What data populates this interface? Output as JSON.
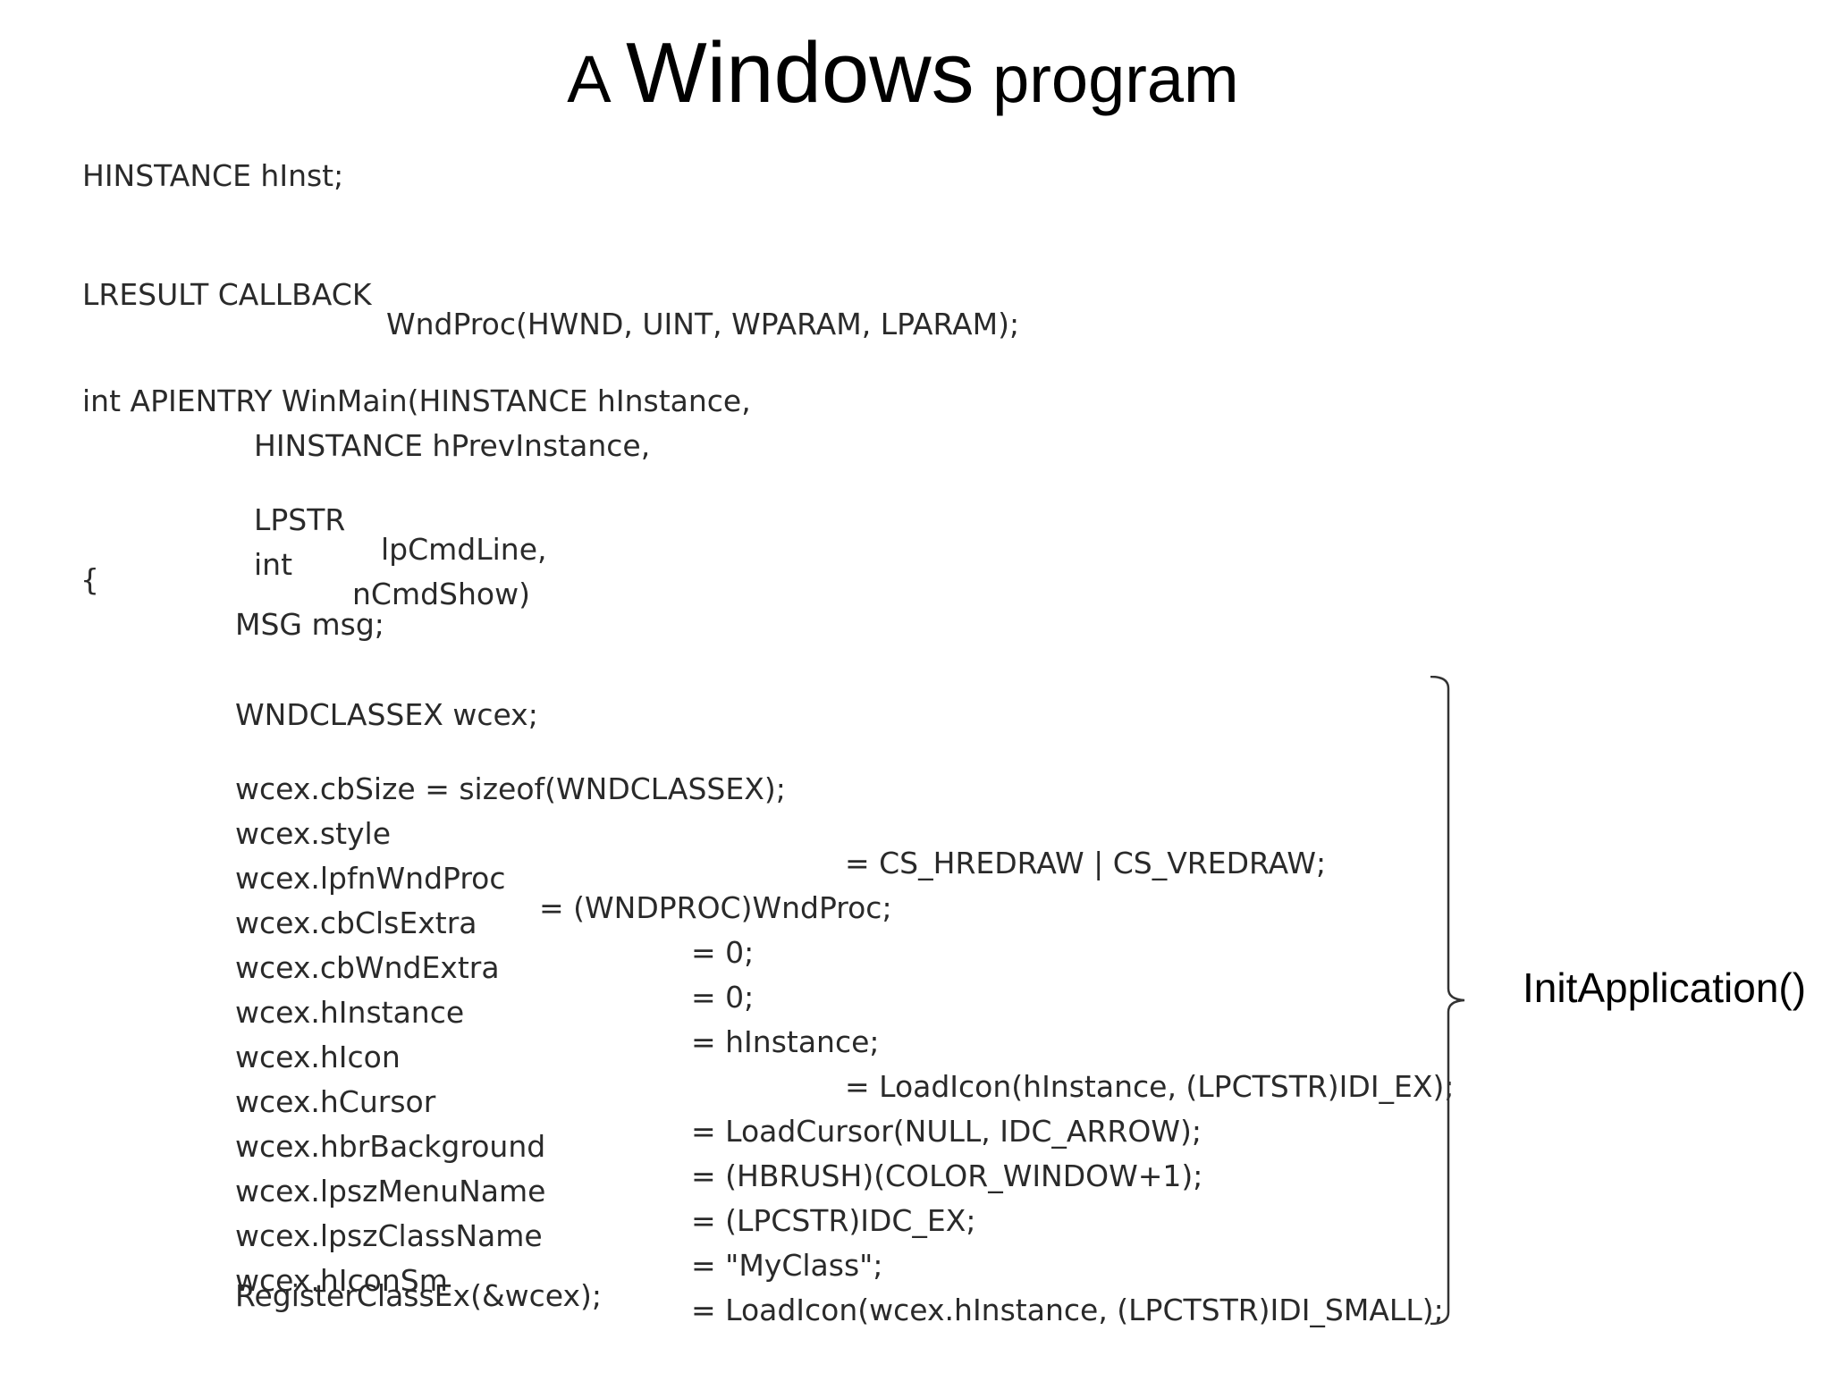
{
  "title": {
    "part1": "A ",
    "part2": "Windows",
    "part3": " program"
  },
  "code": {
    "hinst": "HINSTANCE hInst;",
    "callback_type": "LRESULT CALLBACK",
    "callback_sig": "WndProc(HWND, UINT, WPARAM, LPARAM);",
    "winmain": "int APIENTRY WinMain(HINSTANCE hInstance,",
    "param1": "HINSTANCE hPrevInstance,",
    "param2_type": "LPSTR",
    "param2_name": "lpCmdLine,",
    "param3_type": "int",
    "param3_name": "nCmdShow)",
    "open_brace": "{",
    "msg": "MSG msg;",
    "wcex_decl": "WNDCLASSEX wcex;",
    "assignments": [
      {
        "lhs": "wcex.cbSize = sizeof(WNDCLASSEX);",
        "rhs": ""
      },
      {
        "lhs": "wcex.style",
        "rhs": "= CS_HREDRAW | CS_VREDRAW;"
      },
      {
        "lhs": "wcex.lpfnWndProc",
        "rhs": "= (WNDPROC)WndProc;"
      },
      {
        "lhs": "wcex.cbClsExtra",
        "rhs": "= 0;"
      },
      {
        "lhs": "wcex.cbWndExtra",
        "rhs": "= 0;"
      },
      {
        "lhs": "wcex.hInstance",
        "rhs": "= hInstance;"
      },
      {
        "lhs": "wcex.hIcon",
        "rhs": "= LoadIcon(hInstance, (LPCTSTR)IDI_EX);"
      },
      {
        "lhs": "wcex.hCursor",
        "rhs": "= LoadCursor(NULL, IDC_ARROW);"
      },
      {
        "lhs": "wcex.hbrBackground",
        "rhs": "= (HBRUSH)(COLOR_WINDOW+1);"
      },
      {
        "lhs": "wcex.lpszMenuName",
        "rhs": "= (LPCSTR)IDC_EX;"
      },
      {
        "lhs": "wcex.lpszClassName",
        "rhs": "= \"MyClass\";"
      },
      {
        "lhs": "wcex.hIconSm",
        "rhs": "= LoadIcon(wcex.hInstance, (LPCTSTR)IDI_SMALL);"
      }
    ],
    "register": "RegisterClassEx(&wcex);"
  },
  "annotation": "InitApplication()",
  "colors": {
    "code_text": "#2a2a2a",
    "brace": "#333333"
  }
}
